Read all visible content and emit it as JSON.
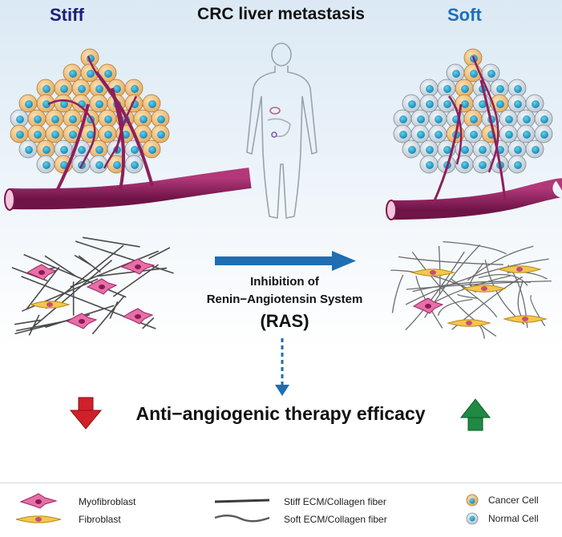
{
  "header": {
    "title": "CRC liver metastasis",
    "left_label": "Stiff",
    "right_label": "Soft"
  },
  "middle": {
    "ras_line1": "Inhibition of",
    "ras_line2": "Renin−Angiotensin System",
    "ras_line3": "(RAS)"
  },
  "outcome": {
    "text": "Anti−angiogenic therapy efficacy"
  },
  "legend": {
    "myofibroblast": "Myofibroblast",
    "fibroblast": "Fibroblast",
    "stiff_ecm": "Stiff ECM/Collagen fiber",
    "soft_ecm": "Soft ECM/Collagen fiber",
    "cancer_cell": "Cancer Cell",
    "normal_cell": "Normal Cell"
  },
  "colors": {
    "cancer": "#f0c07d",
    "normal": "#d4dce3",
    "nucleus": "#1ea0c8",
    "vessel": "#8e1f5c",
    "arrow_blue": "#1f6db3",
    "arrow_red": "#d0202a",
    "arrow_green": "#1e8a43",
    "myofibroblast": "#e0559a",
    "fibroblast": "#f2c14e"
  }
}
